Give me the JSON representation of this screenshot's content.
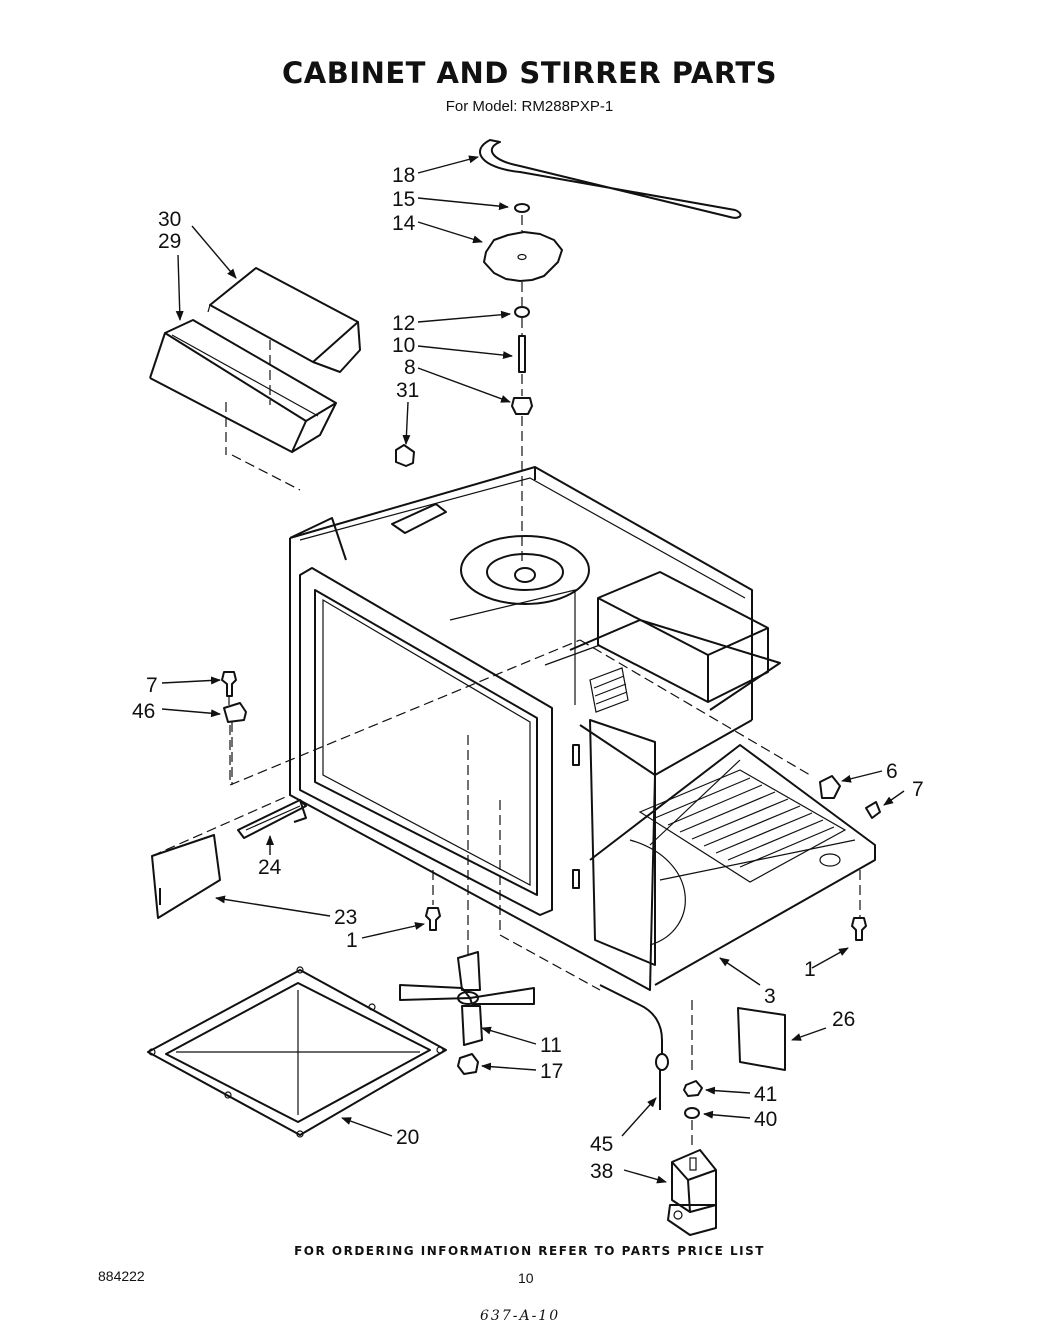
{
  "title": "CABINET AND STIRRER PARTS",
  "subtitle": "For Model: RM288PXP-1",
  "footer": "FOR ORDERING INFORMATION REFER TO PARTS PRICE LIST",
  "doc_number": "884222",
  "page_number": "10",
  "handwritten_note": "637-A-10",
  "callouts": {
    "c18": "18",
    "c15": "15",
    "c14": "14",
    "c30": "30",
    "c29": "29",
    "c12": "12",
    "c10": "10",
    "c8": "8",
    "c31": "31",
    "c7_left": "7",
    "c46": "46",
    "c6": "6",
    "c7_right": "7",
    "c24": "24",
    "c23": "23",
    "c1_left": "1",
    "c1_right": "1",
    "c3": "3",
    "c26": "26",
    "c11": "11",
    "c17": "17",
    "c20": "20",
    "c41": "41",
    "c40": "40",
    "c45": "45",
    "c38": "38"
  }
}
